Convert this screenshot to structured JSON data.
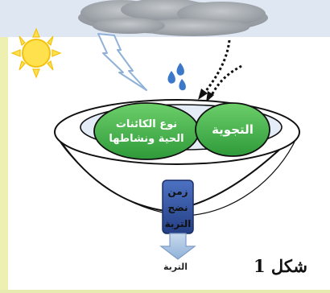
{
  "figure": {
    "caption": "شكل 1",
    "inputs": {
      "organisms": [
        "نوع الكائنات",
        "الحية ونشاطها"
      ],
      "weathering": "التجوية",
      "time": [
        "زمن",
        "نضج",
        "التربة"
      ]
    },
    "output": "التربة"
  },
  "icons": [
    "cloud-icon",
    "sun-icon",
    "lightning-icon",
    "rain-drops-icon",
    "wind-arrows-icon",
    "funnel-icon",
    "down-arrow-icon"
  ],
  "colors": {
    "cloud": "#9aa0a6",
    "sun": "#ffe14d",
    "ellipse_green": "#43b049",
    "time_box": "#2e4f9c",
    "arrow": "#b7cde8",
    "drops": "#3b78c9"
  }
}
